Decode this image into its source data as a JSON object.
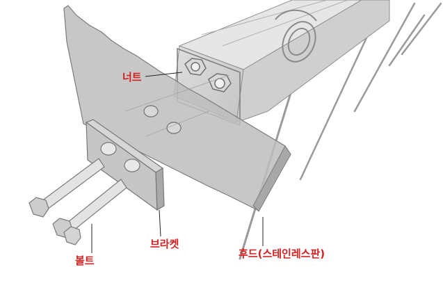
{
  "diagram": {
    "accent_color": "#d41f1f",
    "labels": {
      "nut": "너트",
      "bolt": "볼트",
      "bracket": "브라켓",
      "hood": "후드(스테인레스판)"
    }
  }
}
